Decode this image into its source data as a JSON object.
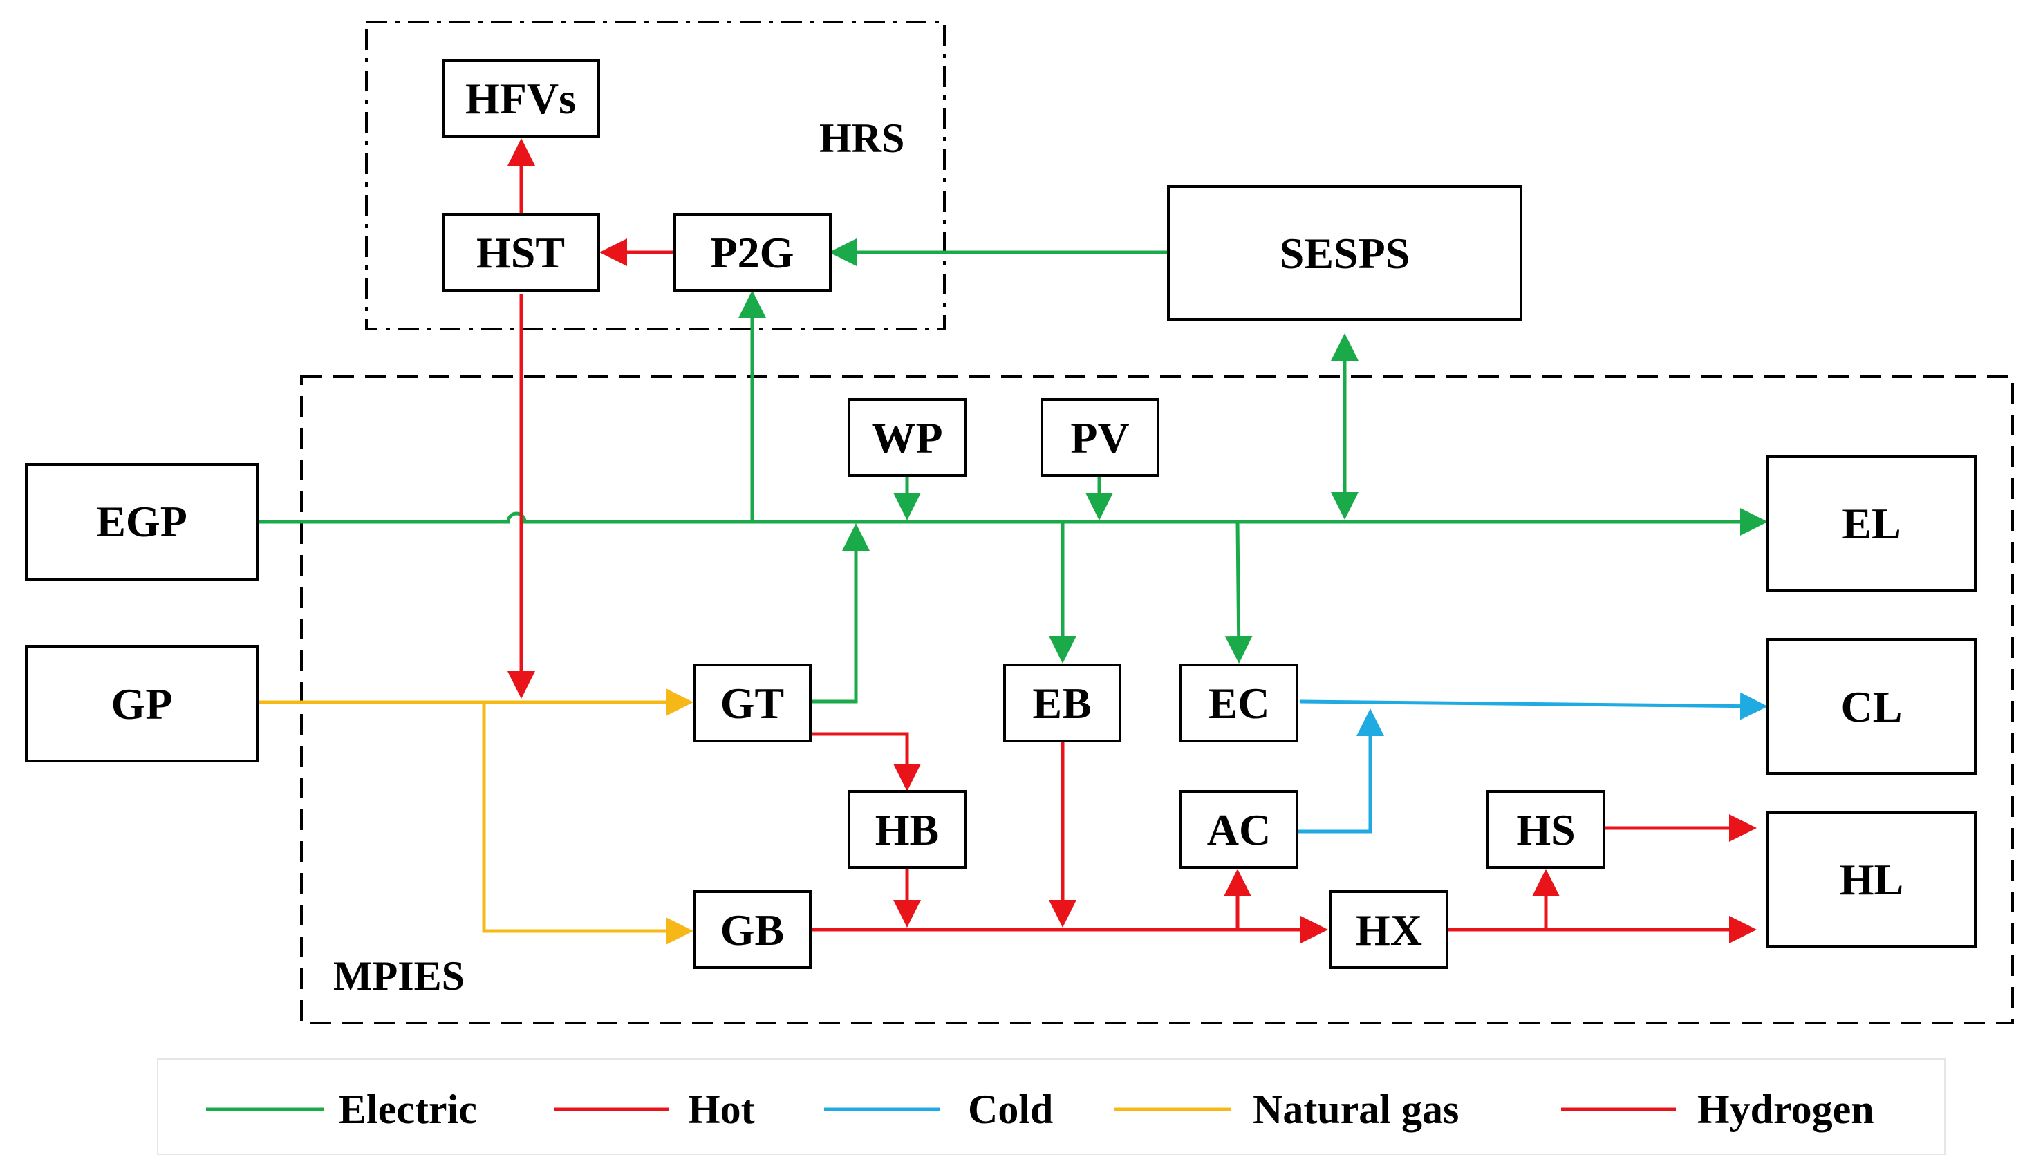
{
  "groups": {
    "hrs": "HRS",
    "mpies": "MPIES"
  },
  "nodes": {
    "hfvs": "HFVs",
    "hst": "HST",
    "p2g": "P2G",
    "sesps": "SESPS",
    "egp": "EGP",
    "gp": "GP",
    "wp": "WP",
    "pv": "PV",
    "el": "EL",
    "cl": "CL",
    "hl": "HL",
    "gt": "GT",
    "eb": "EB",
    "ec": "EC",
    "hb": "HB",
    "ac": "AC",
    "hs": "HS",
    "gb": "GB",
    "hx": "HX"
  },
  "legend": {
    "electric": "Electric",
    "hot": "Hot",
    "cold": "Cold",
    "natural_gas": "Natural gas",
    "hydrogen": "Hydrogen"
  },
  "colors": {
    "electric": "#1aaa4a",
    "hot": "#e8141a",
    "cold": "#20aae2",
    "natural_gas": "#f5b816",
    "hydrogen": "#e8141a"
  }
}
